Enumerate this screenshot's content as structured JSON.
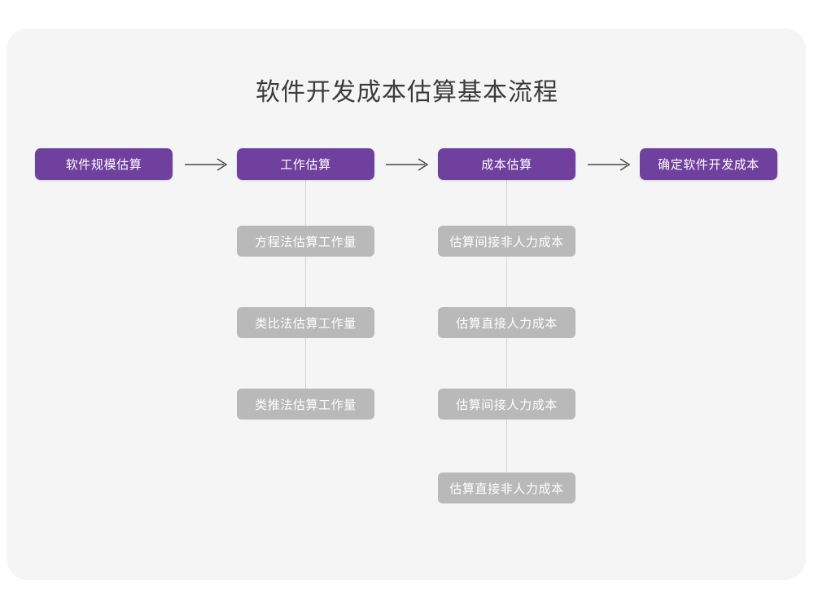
{
  "diagram": {
    "title": "软件开发成本估算基本流程",
    "colors": {
      "primary": "#70409f",
      "secondary": "#b9b9b9",
      "card_background": "#f5f5f5",
      "page_background": "#ffffff",
      "title_text": "#3b3b3b",
      "connector_line": "#d4d4d4",
      "arrow": "#4a4a4a"
    },
    "main_flow": [
      {
        "id": "scale",
        "label": "软件规模估算"
      },
      {
        "id": "effort",
        "label": "工作估算"
      },
      {
        "id": "cost",
        "label": "成本估算"
      },
      {
        "id": "final",
        "label": "确定软件开发成本"
      }
    ],
    "arrows": [
      {
        "id": "arrow-1",
        "from": "软件规模估算",
        "to": "工作估算",
        "glyph": "arrow-right-icon"
      },
      {
        "id": "arrow-2",
        "from": "工作估算",
        "to": "成本估算",
        "glyph": "arrow-right-icon"
      },
      {
        "id": "arrow-3",
        "from": "成本估算",
        "to": "确定软件开发成本",
        "glyph": "arrow-right-icon"
      }
    ],
    "sub_branches": [
      {
        "parent": "工作估算",
        "items": [
          {
            "id": "eq",
            "label": "方程法估算工作量"
          },
          {
            "id": "analogy",
            "label": "类比法估算工作量"
          },
          {
            "id": "infer",
            "label": "类推法估算工作量"
          }
        ]
      },
      {
        "parent": "成本估算",
        "items": [
          {
            "id": "ind-non",
            "label": "估算间接非人力成本"
          },
          {
            "id": "dir-lab",
            "label": "估算直接人力成本"
          },
          {
            "id": "ind-lab",
            "label": "估算间接人力成本"
          },
          {
            "id": "dir-non",
            "label": "估算直接非人力成本"
          }
        ]
      }
    ]
  }
}
